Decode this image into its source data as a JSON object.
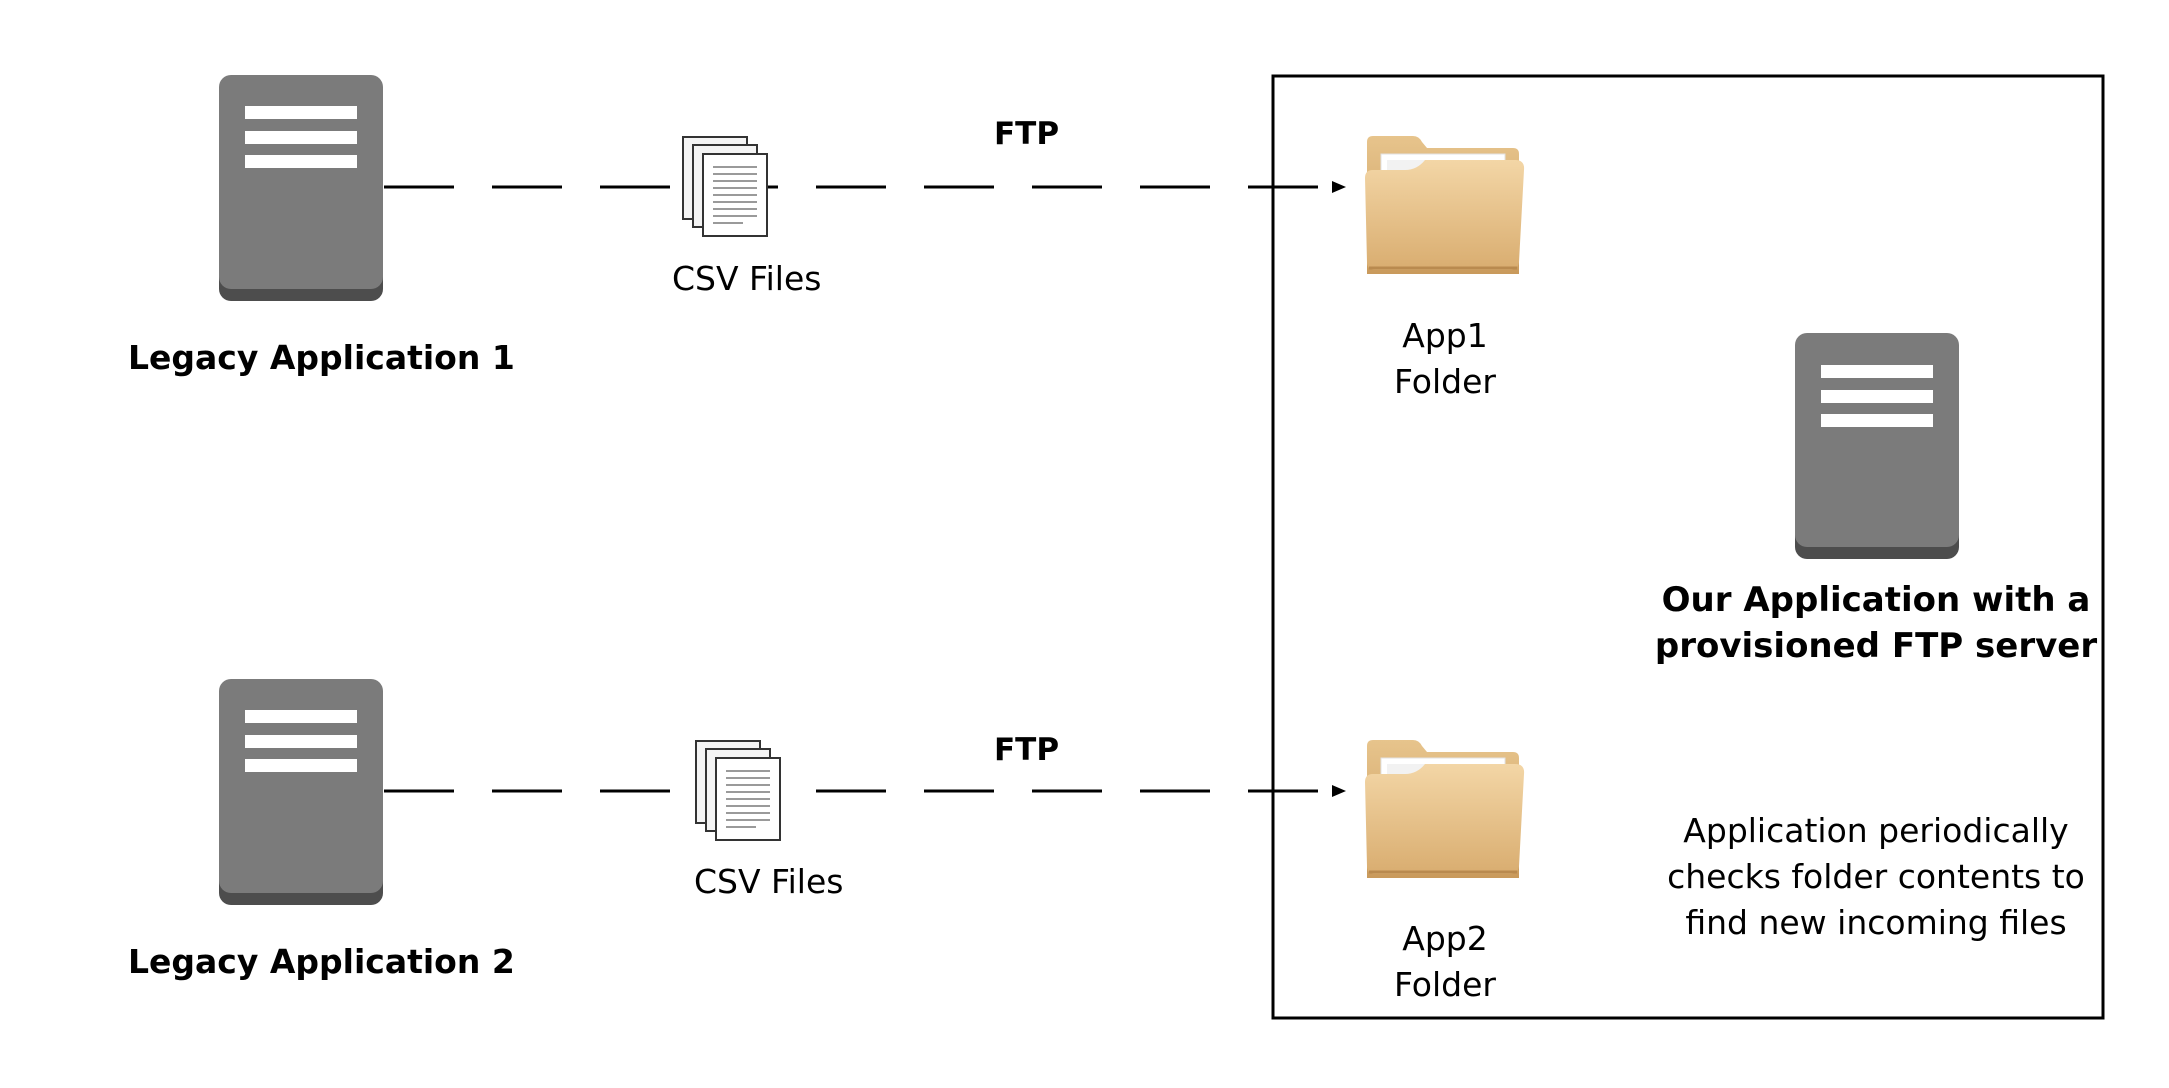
{
  "nodes": {
    "legacy1": {
      "label": "Legacy Application 1",
      "icon": "server-icon"
    },
    "legacy2": {
      "label": "Legacy Application 2",
      "icon": "server-icon"
    },
    "csv1": {
      "label": "CSV Files",
      "icon": "documents-icon"
    },
    "csv2": {
      "label": "CSV Files",
      "icon": "documents-icon"
    },
    "folder1": {
      "line1": "App1",
      "line2": "Folder",
      "icon": "folder-icon"
    },
    "folder2": {
      "line1": "App2",
      "line2": "Folder",
      "icon": "folder-icon"
    },
    "our_app": {
      "line1": "Our Application with a",
      "line2": "provisioned FTP server",
      "icon": "server-icon"
    }
  },
  "edges": {
    "edge1": {
      "label": "FTP",
      "style": "dashed",
      "from": "legacy1",
      "to": "folder1"
    },
    "edge2": {
      "label": "FTP",
      "style": "dashed",
      "from": "legacy2",
      "to": "folder2"
    }
  },
  "note": {
    "line1": "Application periodically",
    "line2": "checks folder contents to",
    "line3": "find new incoming files"
  },
  "colors": {
    "server_body": "#7b7b7b",
    "server_base": "#4d4d4d",
    "folder_front": "#e9c38e",
    "folder_back": "#d4a86a",
    "line": "#000000"
  }
}
